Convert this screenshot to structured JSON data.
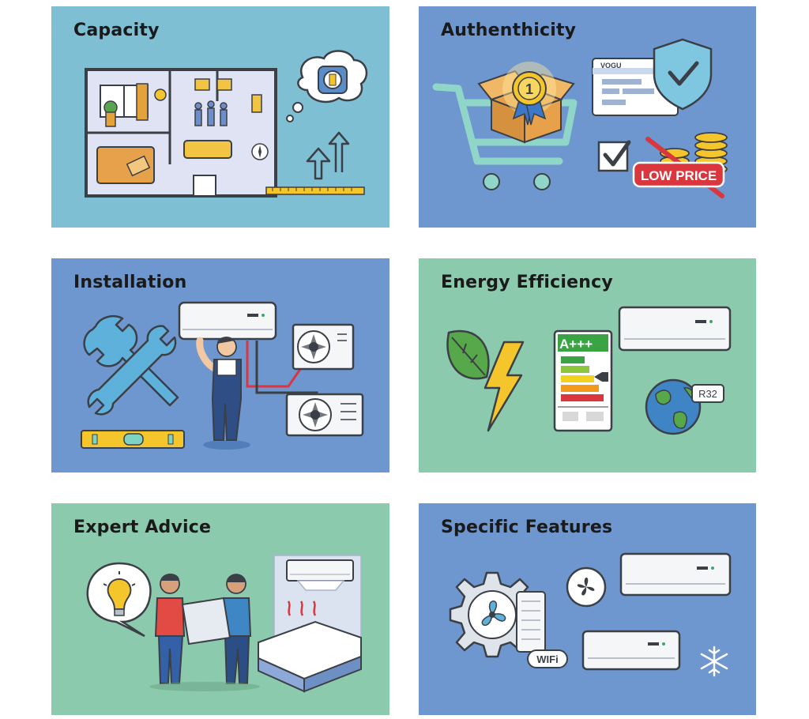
{
  "colors": {
    "cyan_card": "#7fbfd3",
    "blue_card": "#6e96cf",
    "green_card": "#8ccaad",
    "outline": "#3b3f46",
    "accent_red": "#d9363e",
    "accent_yellow": "#f5c52c"
  },
  "cards": [
    {
      "title": "Capacity",
      "color": "#7fbfd3",
      "icons": [
        "floor-plan-icon",
        "thought-bubble-icon",
        "tape-measure-icon",
        "arrow-up-icon"
      ]
    },
    {
      "title": "Authenthicity",
      "color": "#6e96cf",
      "icons": [
        "shopping-cart-icon",
        "box-icon",
        "medal-icon",
        "certificate-card-icon",
        "shield-check-icon",
        "checkbox-icon",
        "coins-icon"
      ]
    },
    {
      "title": "Installation",
      "color": "#6e96cf",
      "icons": [
        "wrench-icon",
        "spirit-level-icon",
        "indoor-unit-icon",
        "outdoor-unit-icon",
        "technician-icon"
      ]
    },
    {
      "title": "Energy Efficiency",
      "color": "#8ccaad",
      "icons": [
        "leaf-icon",
        "lightning-icon",
        "energy-label-icon",
        "indoor-unit-icon",
        "globe-icon"
      ]
    },
    {
      "title": "Expert Advice",
      "color": "#8ccaad",
      "icons": [
        "lightbulb-icon",
        "speech-bubble-icon",
        "advisor-icon",
        "client-icon",
        "bedroom-icon"
      ]
    },
    {
      "title": "Specific Features",
      "color": "#6e96cf",
      "icons": [
        "gear-icon",
        "fan-icon",
        "indoor-unit-icon",
        "wifi-badge-icon",
        "snowflake-icon"
      ]
    }
  ],
  "labels": {
    "low_price": "LOW PRICE",
    "medal_number": "1",
    "brand_text": "VOGU",
    "energy_class": "A+++",
    "refrigerant": "R32",
    "wifi": "WIFi"
  }
}
